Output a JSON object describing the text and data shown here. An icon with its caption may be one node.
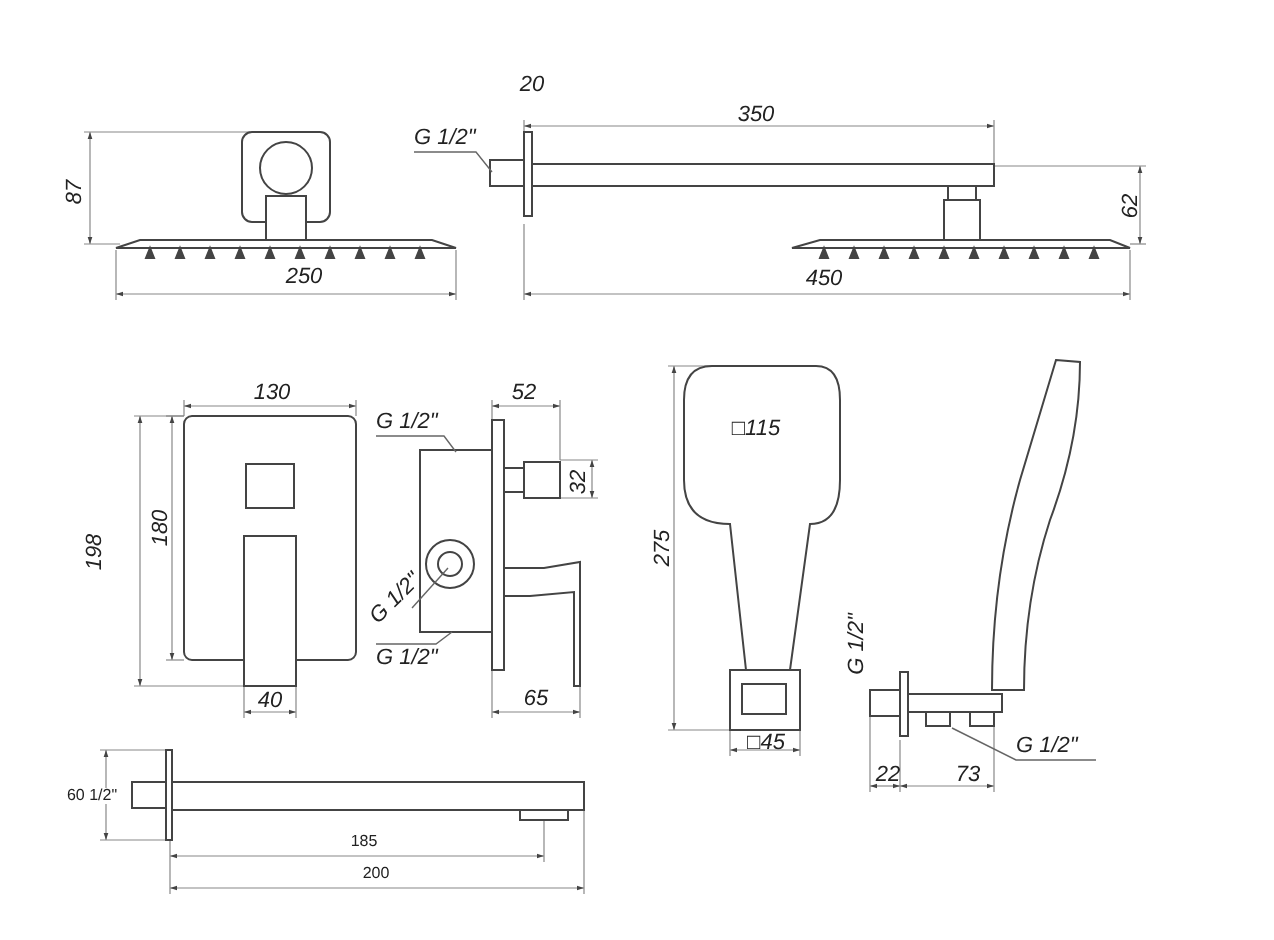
{
  "diagram": {
    "nodes": [
      {
        "text": [
          "G 1/2\""
        ]
      },
      {
        "text": [
          "G 1/2\""
        ]
      },
      {
        "text": [
          "G 1/2\""
        ]
      },
      {
        "text": [
          "G 1/2\""
        ]
      },
      {
        "text": [
          "G 1/2\""
        ]
      }
    ],
    "edges": [
      {
        "from": 0,
        "to": null,
        "arrow": "none"
      },
      {
        "from": 1,
        "to": null,
        "arrow": "none"
      },
      {
        "from": 2,
        "to": null,
        "arrow": "none"
      },
      {
        "from": 3,
        "to": null,
        "arrow": "none"
      },
      {
        "from": 4,
        "to": null,
        "arrow": "none"
      }
    ],
    "labels": [
      "20",
      "350",
      "87",
      "62",
      "250",
      "450",
      "130",
      "52",
      "32",
      "198",
      "180",
      "275",
      "□115",
      "40",
      "65",
      "G 1/2\"",
      "□45",
      "22",
      "73",
      "60 1/2\"",
      "185",
      "200"
    ]
  }
}
